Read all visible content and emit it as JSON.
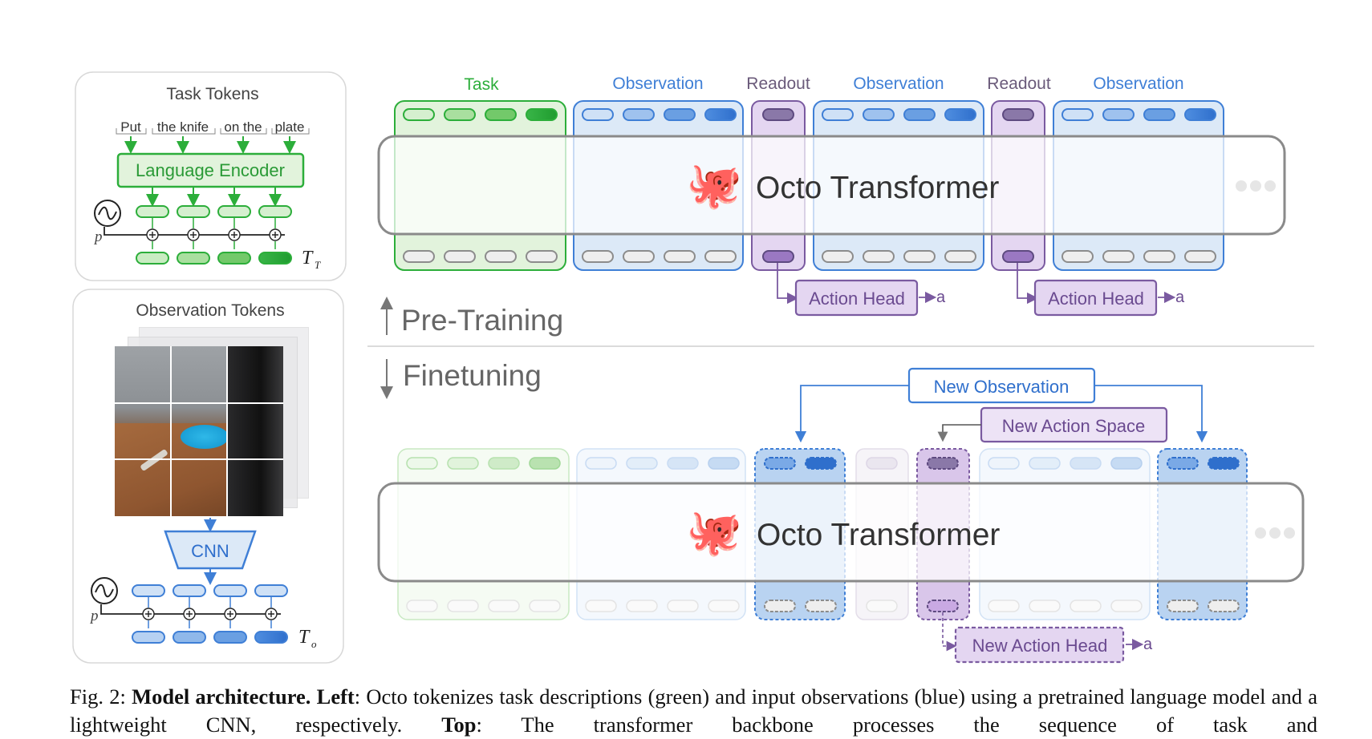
{
  "left_top": {
    "title": "Task Tokens",
    "words": [
      "Put",
      "the knife",
      "on the",
      "plate"
    ],
    "encoder_label": "Language Encoder",
    "pos_label": "p",
    "set_label": "T",
    "set_sub": "T"
  },
  "left_bottom": {
    "title": "Observation Tokens",
    "cnn_label": "CNN",
    "pos_label": "p",
    "set_label": "T",
    "set_sub": "o"
  },
  "top": {
    "labels": [
      "Task",
      "Observation",
      "Readout",
      "Observation",
      "Readout",
      "Observation"
    ],
    "transformer_label": "Octo Transformer",
    "octopus": "🐙",
    "action_head_label": "Action Head",
    "action_output": "a",
    "stage_label": "Pre-Training"
  },
  "bottom": {
    "transformer_label": "Octo Transformer",
    "octopus": "🐙",
    "new_observation_label": "New Observation",
    "new_action_space_label": "New Action Space",
    "new_action_head_label": "New Action Head",
    "action_output": "a",
    "stage_label": "Finetuning"
  },
  "caption": {
    "fig": "Fig. 2:",
    "bold1": "Model architecture.",
    "left_bold": "Left",
    "text1": ": Octo tokenizes task descriptions (green) and input observations (blue) using a pretrained language model and a lightweight CNN, respectively.",
    "top_bold": "Top",
    "text2": ": The transformer backbone processes the sequence of task and"
  },
  "colors": {
    "green": "#2cae3a",
    "green_fill": "#e2f3dc",
    "blue": "#3f7fd6",
    "blue_fill": "#dce9f7",
    "purple": "#7a5aa0",
    "purple_fill": "#e4d6f1",
    "gray": "#8c8c8c"
  }
}
